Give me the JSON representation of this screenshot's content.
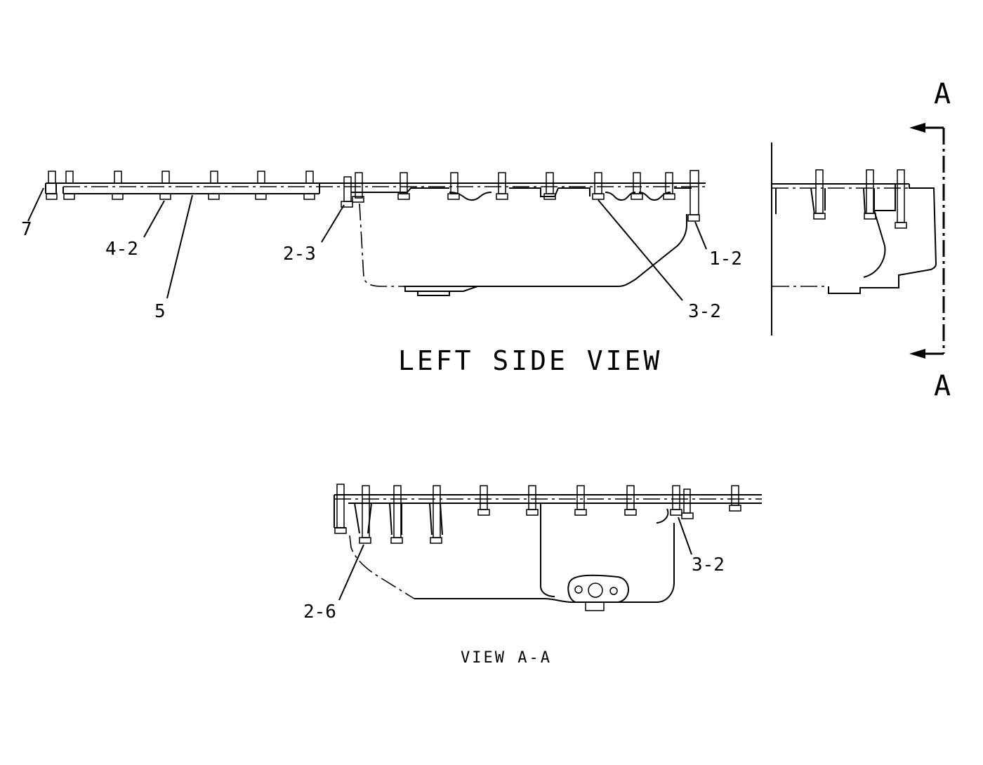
{
  "titles": {
    "left_side_view": "LEFT SIDE VIEW",
    "view_aa": "VIEW A-A"
  },
  "section_marks": {
    "top": "A",
    "bottom": "A"
  },
  "callouts": {
    "c7": "7",
    "c4_2": "4-2",
    "c5": "5",
    "c2_3": "2-3",
    "c1_2": "1-2",
    "c3_2_top": "3-2",
    "c3_2_bottom": "3-2",
    "c2_6": "2-6"
  }
}
